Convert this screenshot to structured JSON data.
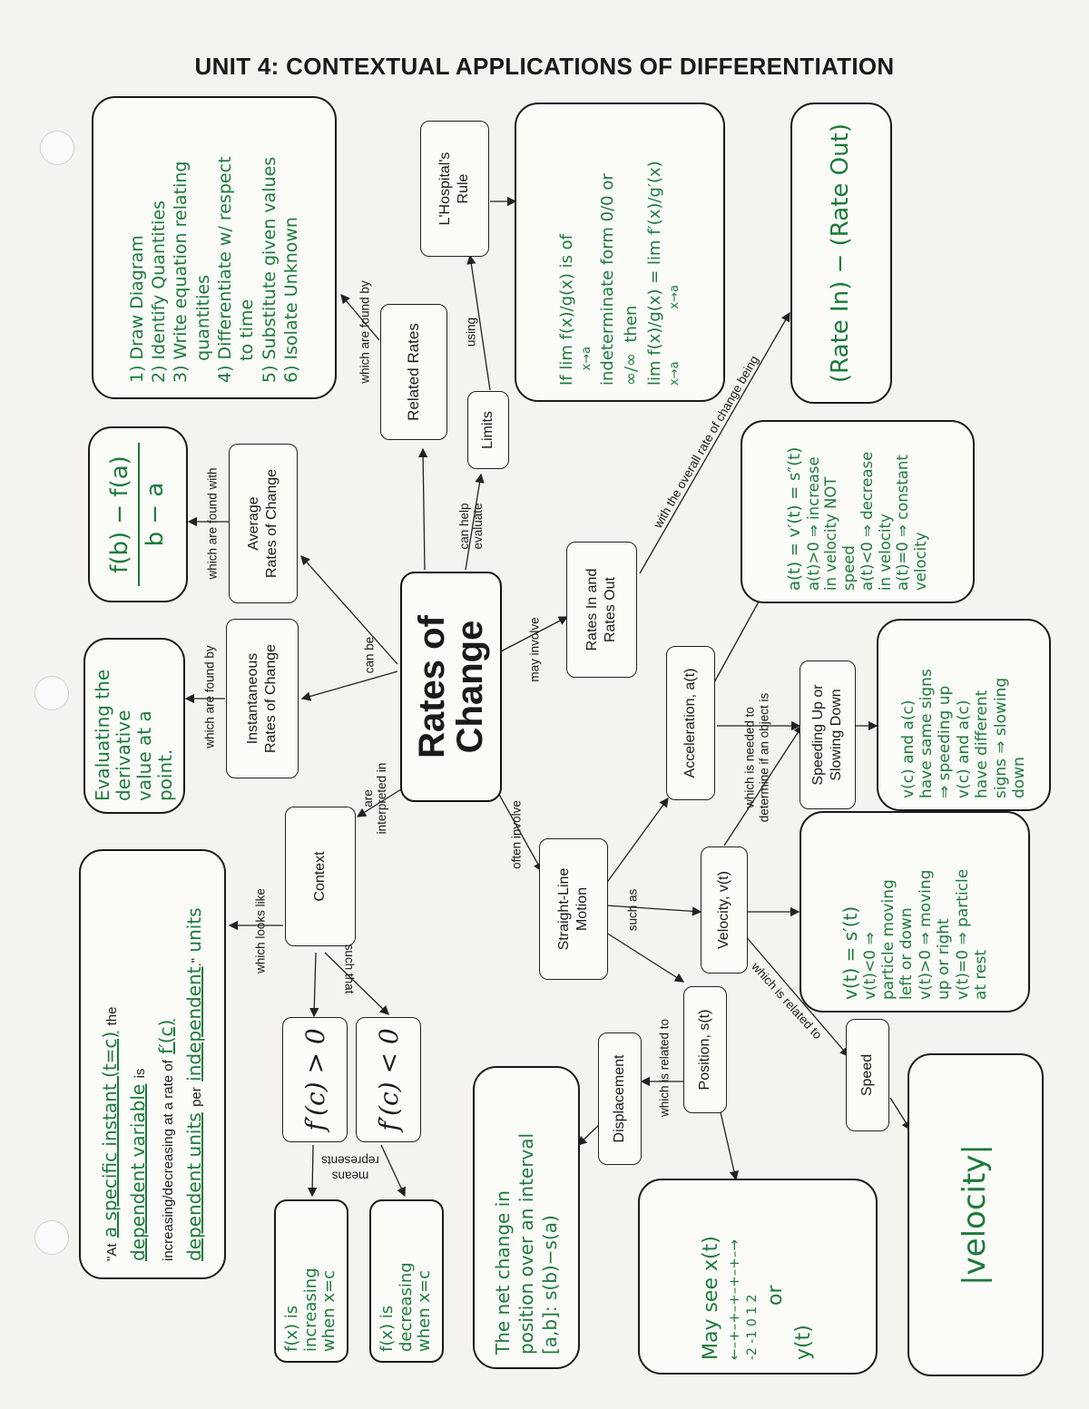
{
  "title": "UNIT 4: CONTEXTUAL APPLICATIONS OF DIFFERENTIATION",
  "nodes": {
    "center": [
      "Rates of",
      "Change"
    ],
    "related_rates": "Related Rates",
    "limits": "Limits",
    "lhospital": [
      "L'Hospital's",
      "Rule"
    ],
    "average": [
      "Average",
      "Rates of Change"
    ],
    "instantaneous": [
      "Instantaneous",
      "Rates of Change"
    ],
    "context": "Context",
    "rates_in_out": [
      "Rates In and",
      "Rates Out"
    ],
    "straight_line": [
      "Straight-Line",
      "Motion"
    ],
    "acceleration": "Acceleration, a(t)",
    "velocity": "Velocity, v(t)",
    "position": "Position, s(t)",
    "displacement": "Displacement",
    "speed": "Speed",
    "speeding": [
      "Speeding Up or",
      "Slowing Down"
    ],
    "fpos": "f′(c) > 0",
    "fneg": "f′(c) < 0"
  },
  "links": {
    "found_by_rr": "which are found by",
    "using": "using",
    "can_help": [
      "can help",
      "evaluate"
    ],
    "found_with": "which are found with",
    "found_by_inst": "which are found by",
    "can_be": "can be",
    "are_interpreted": [
      "are",
      "interpreted in"
    ],
    "may_involve": "may involve",
    "overall_rate": "with the overall rate of change being",
    "often_involve": "often involve",
    "such_as": "such as",
    "needed_to": [
      "which is needed to",
      "determine if an object is"
    ],
    "related_to_speed": "which is related to",
    "related_to_disp": "which is related to",
    "looks_like": "which looks like",
    "such_that": "such that",
    "represents": "represents",
    "means": "means"
  },
  "notes": {
    "related_rates_steps": [
      "1) Draw Diagram",
      "2) Identify Quantities",
      "3) Write equation relating",
      "    quantities",
      "4) Differentiate w/ respect",
      "    to time",
      "5) Substitute given values",
      "6) Isolate Unknown"
    ],
    "lhospital_def": [
      "If lim f(x)/g(x) is of",
      "    x→a",
      "indeterminate form 0/0 or",
      "∞/∞  then",
      "lim f(x)/g(x) = lim f′(x)/g′(x)",
      "x→a              x→a"
    ],
    "rate_in_out": "(Rate In) − (Rate Out)",
    "average_formula": [
      "f(b) − f(a)",
      "b − a"
    ],
    "instantaneous_def": [
      "Evaluating the",
      "derivative",
      "value at a",
      "point."
    ],
    "context_sentence": {
      "p1": "\"At",
      "p2": "a specific instant (t=c)",
      "p3": "the",
      "p4": "dependent variable",
      "p5": "is",
      "p6": "increasing/decreasing at a rate of",
      "p7": "f′(c)",
      "p8": "dependent units",
      "p9": "per",
      "p10": "independent",
      "p11": ".\"",
      "p12": "units"
    },
    "acceleration_def": [
      "a(t) = v′(t) = s″(t)",
      "a(t)>0 ⇒ increase",
      "in velocity NOT",
      "speed",
      "a(t)<0 ⇒ decrease",
      "in velocity",
      "a(t)=0 ⇒ constant",
      "velocity"
    ],
    "speeding_def": [
      "v(c) and a(c)",
      "have same signs",
      "⇒ speeding up",
      "v(c) and a(c)",
      "have different",
      "signs ⇒ slowing",
      "down"
    ],
    "velocity_def": [
      "v(t) = s′(t)",
      "v(t)<0 ⇒",
      "particle moving",
      "left or down",
      "v(t)>0 ⇒ moving",
      "up or right",
      "v(t)=0 ⇒ particle",
      "at rest"
    ],
    "speed_def": "|velocity|",
    "position_def": [
      "May see x(t)",
      "←–+–+–+–+–+–→",
      "-2 -1 0 1 2",
      "or",
      "y(t)"
    ],
    "displacement_def": [
      "The net change in",
      "position over an interval",
      "[a,b]: s(b)−s(a)"
    ],
    "increasing": [
      "f(x) is",
      "increasing",
      "when x=c"
    ],
    "decreasing": [
      "f(x) is",
      "decreasing",
      "when x=c"
    ]
  },
  "colors": {
    "ink": "#1a1a1a",
    "green": "#1d7a3a",
    "paper": "#f4f3ef"
  }
}
